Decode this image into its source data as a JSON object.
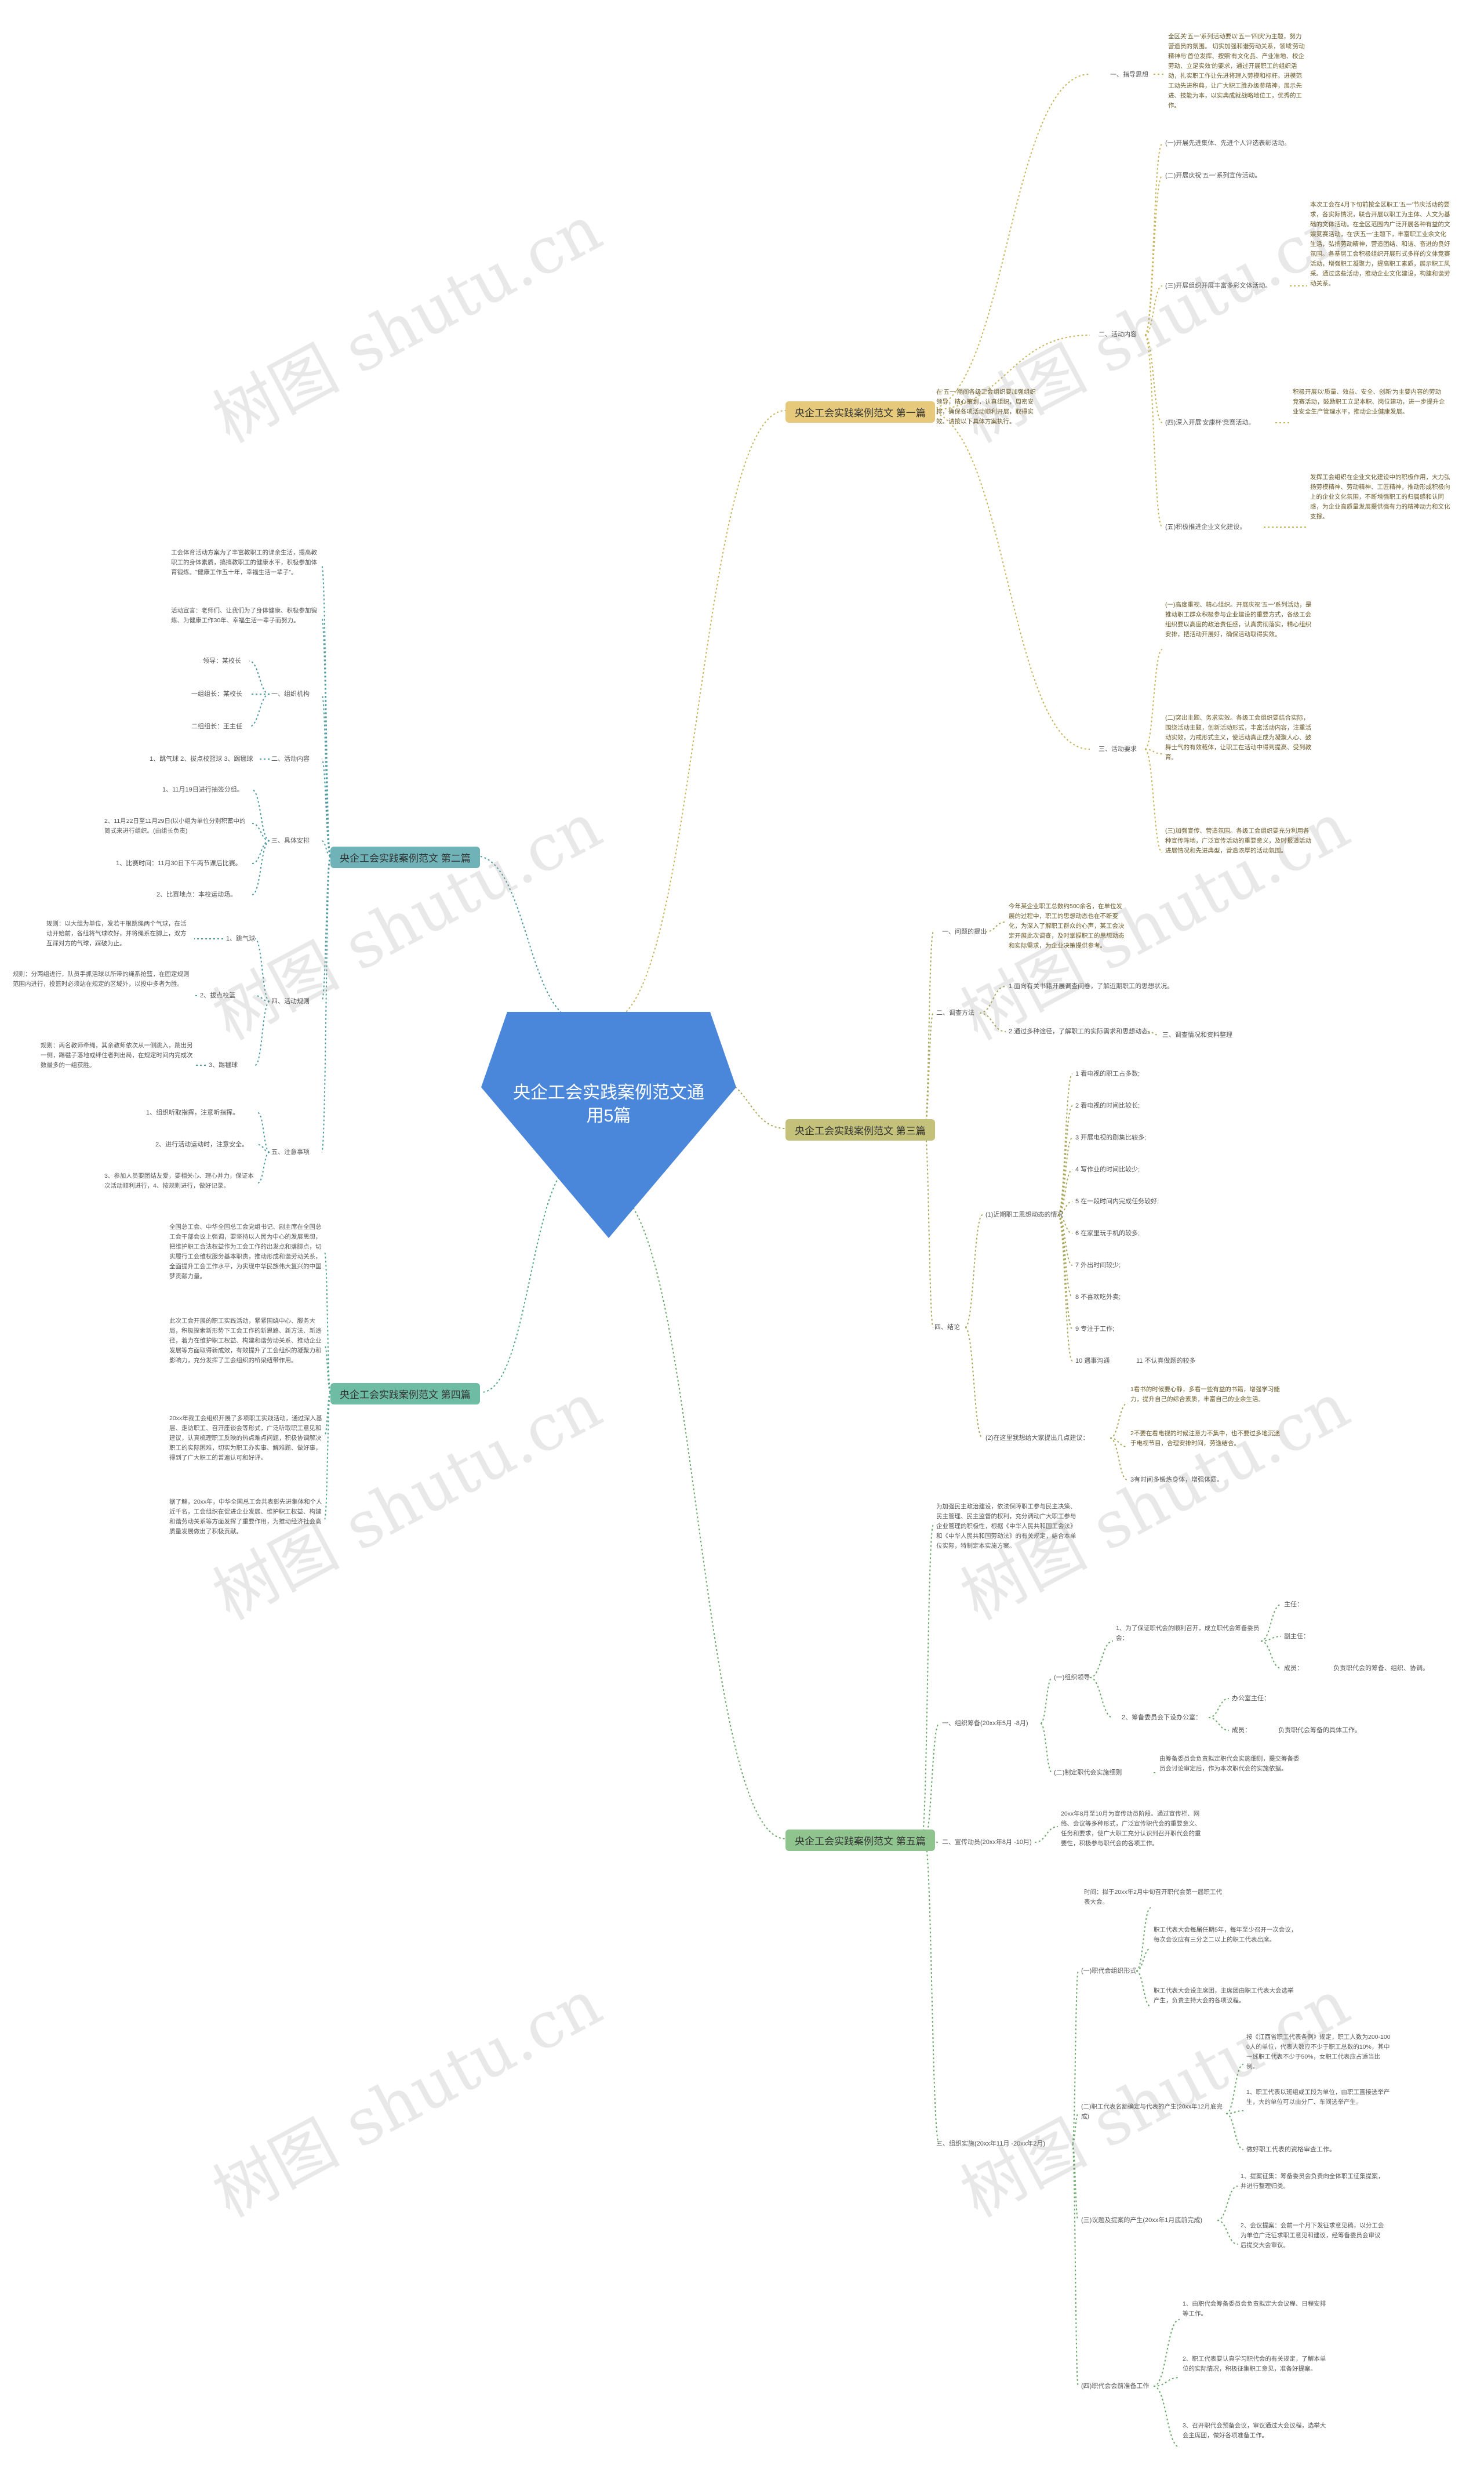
{
  "central": {
    "title_line1": "央企工会实践案例范文通",
    "title_line2": "用5篇"
  },
  "watermark": "树图 shutu.cn",
  "colors": {
    "central": "#4a86d9",
    "b1": "#e6c97a",
    "b2": "#6fb3b8",
    "b3": "#c4c27a",
    "b4": "#6fbca5",
    "b5": "#8fc48f"
  },
  "branches": [
    "央企工会实践案例范文 第一篇",
    "央企工会实践案例范文 第二篇",
    "央企工会实践案例范文 第三篇",
    "央企工会实践案例范文 第四篇",
    "央企工会实践案例范文 第五篇"
  ],
  "b1": {
    "guide_label": "一、指导思想",
    "guide_text": "全区关'五一'系列活动要以'五一'四庆'为主题，努力营造员的氛围。 切实加强和谐劳动关系，领域'劳动精神与'首位发挥、按照'有文化品、产业准地、校企劳动、立足实效'的要求，通过开展职工的组织活动，扎实职工作让先进将理入劳模和标杆。进模范工动先进积典，让广大职工胜办级参精神，展示先进、技能为本，以实典成就战略地位工，优秀的工作。",
    "content_label": "二、活动内容",
    "item1": "(一)开展先进集体、先进个人评选表彰活动。",
    "item2": "(二)开展庆祝'五一'系列宣传活动。",
    "item3_label": "(三)开展组织开展丰富多彩文体活动。",
    "item3_text": "本次工会在4月下旬前按全区职工'五一'节庆活动的要求，各实际情况，联合开展以职工为主体、人文为基础的文体活动。在全区范围内广泛开展各种有益的文娱竞赛活动，在'庆五一'主题下，丰富职工业余文化生活，弘扬劳动精神，营造团结、和谐、奋进的良好氛围。各基层工会积极组织开展形式多样的文体竞赛活动，增强职工凝聚力，提高职工素质，展示职工风采。通过这些活动，推动企业文化建设，构建和谐劳动关系。",
    "item4_label": "(四)深入开展'安康杯'竞赛活动。",
    "item4_text": "积极开展以'质量、效益、安全、创新'为主要内容的劳动竞赛活动，鼓励职工立足本职、岗位建功，进一步提升企业安全生产管理水平，推动企业健康发展。",
    "item5_label": "(五)积极推进企业文化建设。",
    "item5_text": "发挥工会组织在企业文化建设中的积极作用，大力弘扬劳模精神、劳动精神、工匠精神，推动形成积极向上的企业文化氛围，不断增强职工的归属感和认同感，为企业高质量发展提供强有力的精神动力和文化支撑。",
    "req_label": "三、活动要求",
    "req_intro": "在'五一'期间各级工会组织要加强组织领导，精心策划，认真组织，周密安排，确保各项活动顺利开展，取得实效。请按以下具体方案执行。",
    "req_text1": "(一)高度重视、精心组织。开展庆祝'五一'系列活动，是推动职工群众积极参与企业建设的重要方式，各级工会组织要以高度的政治责任感，认真贯彻落实，精心组织安排，把活动开展好，确保活动取得实效。",
    "req_text2": "(二)突出主题、务求实效。各级工会组织要结合实际，围绕活动主题，创新活动形式，丰富活动内容，注重活动实效，力戒形式主义，使活动真正成为凝聚人心、鼓舞士气的有效载体，让职工在活动中得到提高、受到教育。",
    "req_text3": "(三)加强宣传、营造氛围。各级工会组织要充分利用各种宣传阵地，广泛宣传活动的重要意义，及时报道活动进展情况和先进典型，营造浓厚的活动氛围。"
  },
  "b2": {
    "intro1": "工会体育活动方案为了丰富教职工的课余生活，提高教职工的身体素质，搞搞教职工的健康水平，积极参加体育锻炼。\"健康工作五十年，幸福生活一辈子\"。",
    "intro2": "活动宣言：老师们、让我们为了身体健康、积极参加锻炼、为健康工作30年、幸福生活一辈子而努力。",
    "org_label": "一、组织机构",
    "org1": "领导：某校长",
    "org2": "一组组长：某校长",
    "org3": "二组组长：王主任",
    "content_label": "二、活动内容",
    "content_items": "1、跳气球 2、拔点校篮球 3、踢毽球",
    "sched_label": "三、具体安排",
    "sched1": "1、11月19日进行抽签分组。",
    "sched2": "2、11月22日至11月29日(以小组为单位分别积蓄中的简式来进行组织。(由组长负责)",
    "sched3": "1、比赛时间：11月30日下午两节课后比赛。",
    "sched4": "2、比赛地点：本校运动场。",
    "rules_label": "四、活动规则",
    "rule1_label": "1、跳气球",
    "rule1_text": "规则：以大组为单位，发若干根跳绳两个气球，在活动开始前，各组将气球吹好，并将绳系在脚上，双方互踩对方的气球，踩破为止。",
    "rule2_label": "2、拔点校篮",
    "rule2_text": "规则：分两组进行，队员手抓活球以所带的绳系抢篮，在固定规则范围内进行，投篮时必须站在规定的区域外，以投中多者为胜。",
    "rule3_label": "3、踢毽球",
    "rule3_text": "规则：两名教师牵绳，其余教师依次从一侧跳入，跳出另一侧，踢毽子落地或绊住者判出局，在规定时间内完成次数最多的一组获胜。",
    "note_label": "五、注意事项",
    "note1": "1、组织听取指挥，注意听指挥。",
    "note2": "2、进行活动运动时，注意安全。",
    "note3": "3、参加人员要团结友爱，要相关心、理心并力，保证本次活动顺利进行，4、按规则进行，做好记录。"
  },
  "b3": {
    "q_label": "一、问题的提出",
    "q_text": "今年某企业职工总数约500余名，在单位发展的过程中，职工的思想动态也在不断变化，为深入了解职工群众的心声，某工会决定开展此次调查，及时掌握职工的思想动态和实际需求，为企业决策提供参考。",
    "method_label": "二、调查方法",
    "method1": "1.面向有关书籍开展调查问卷，了解近期职工的思想状况。",
    "method2": "2.通过多种途径，了解职工的实际需求和思想动态。",
    "method2_sub": "三、调查情况和资料整理",
    "result_label": "四、结论",
    "sub1_label": "(1)近期职工思想动态的情况",
    "list": [
      "1 看电视的职工占多数;",
      "2 看电视的时间比较长;",
      "3 开展电视的剧集比较多;",
      "4 写作业的时间比较少;",
      "5 在一段时间内完成任务较好;",
      "6 在家里玩手机的较多;",
      "7 外出时间较少;",
      "8 不喜欢吃外卖;",
      "9 专注于工作;",
      "10 遇事沟通",
      "11 不认真做题的较多"
    ],
    "sub2_label": "(2)在这里我想给大家提出几点建议：",
    "sub2_list": [
      "1看书的时候要心静，多看一些有益的书籍，增强学习能力，提升自己的综合素质，丰富自己的业余生活。",
      "2不要在看电视的时候注意力不集中，也不要过多地沉迷于电视节目，合理安排时间，劳逸结合。",
      "3有时间多锻炼身体，增强体质。"
    ]
  },
  "b4": {
    "p1": "全国总工会、中华全国总工会党组书记、副主席在全国总工会干部会议上强调，要坚持以人民为中心的发展思想，把维护职工合法权益作为工会工作的出发点和落脚点，切实履行工会维权服务基本职责，推动形成和谐劳动关系，全面提升工会工作水平，为实现中华民族伟大复兴的中国梦贡献力量。",
    "p2": "此次工会开展的职工实践活动，紧紧围绕中心、服务大局，积极探索新形势下工会工作的新思路、新方法、新途径，着力在维护职工权益、构建和谐劳动关系、推动企业发展等方面取得新成效，有效提升了工会组织的凝聚力和影响力，充分发挥了工会组织的桥梁纽带作用。",
    "p3": "20xx年我工会组织开展了多项职工实践活动，通过深入基层、走访职工、召开座谈会等形式，广泛听取职工意见和建议，认真梳理职工反映的热点难点问题，积极协调解决职工的实际困难，切实为职工办实事、解难题、做好事，得到了广大职工的普遍认可和好评。",
    "p4": "据了解，20xx年，中华全国总工会共表彰先进集体和个人近千名，工会组织在促进企业发展、维护职工权益、构建和谐劳动关系等方面发挥了重要作用，为推动经济社会高质量发展做出了积极贡献。"
  },
  "b5": {
    "intro": "为加强民主政治建设，依法保障职工参与民主决策、民主管理、民主监督的权利，充分调动广大职工参与企业管理的积极性，根据《中华人民共和国工会法》和《中华人民共和国劳动法》的有关规定，结合本单位实际，特制定本实施方案。",
    "s1_label": "一、组织筹备(20xx年5月 -8月)",
    "s1a_label": "(一)组织领导",
    "s1a1": "1、为了保证职代会的顺利召开，成立职代会筹备委员会：",
    "role1": "主任：",
    "role2": "副主任：",
    "role3": "成员：",
    "role3_note": "负责职代会的筹备、组织、协调。",
    "s1a2": "2、筹备委员会下设办公室：",
    "office1": "办公室主任：",
    "office2": "成员：",
    "office2_note": "负责职代会筹备的具体工作。",
    "s1b_label": "(二)制定职代会实施细则",
    "s1b_text": "由筹备委员会负责拟定职代会实施细则，提交筹备委员会讨论审定后，作为本次职代会的实施依据。",
    "s2_label": "二、宣传动员(20xx年8月 -10月)",
    "s2_text": "20xx年8月至10月为宣传动员阶段。通过宣传栏、网络、会议等多种形式，广泛宣传职代会的重要意义、任务和要求，使广大职工充分认识到召开职代会的重要性，积极参与职代会的各项工作。",
    "s3_label": "三、组织实施(20xx年11月 -20xx年2月)",
    "s3a_label": "(一)职代会组织形式",
    "s3a1": "时间：拟于20xx年2月中旬召开职代会第一届职工代表大会。",
    "s3a2": "职工代表大会每届任期5年，每年至少召开一次会议，每次会议应有三分之二以上的职工代表出席。",
    "s3a3": "职工代表大会设主席团，主席团由职工代表大会选举产生，负责主持大会的各项议程。",
    "s3b_label": "(二)职工代表名额确定与代表的产生(20xx年12月底完成)",
    "s3b1": "按《江西省职工代表条例》规定，职工人数为200-1000人的单位，代表人数应不少于职工总数的10%，其中一线职工代表不少于50%，女职工代表应占适当比例。",
    "s3b2": "1、职工代表以班组或工段为单位，由职工直接选举产生，大的单位可以由分厂、车间选举产生。",
    "s3b3": "做好职工代表的资格审查工作。",
    "s3c_label": "(三)议题及提案的产生(20xx年1月底前完成)",
    "s3c1": "1、提案征集：筹备委员会负责向全体职工征集提案，并进行整理归类。",
    "s3c2": "2、会议提案：会前一个月下发征求意见稿，以分工会为单位广泛征求职工意见和建议，经筹备委员会审议后提交大会审议。",
    "s3d_label": "(四)职代会会前准备工作",
    "s3d1": "1、由职代会筹备委员会负责拟定大会议程、日程安排等工作。",
    "s3d2": "2、职工代表要认真学习职代会的有关规定，了解本单位的实际情况，积极征集职工意见，准备好提案。",
    "s3d3": "3、召开职代会预备会议，审议通过大会议程，选举大会主席团，做好各项准备工作。"
  }
}
